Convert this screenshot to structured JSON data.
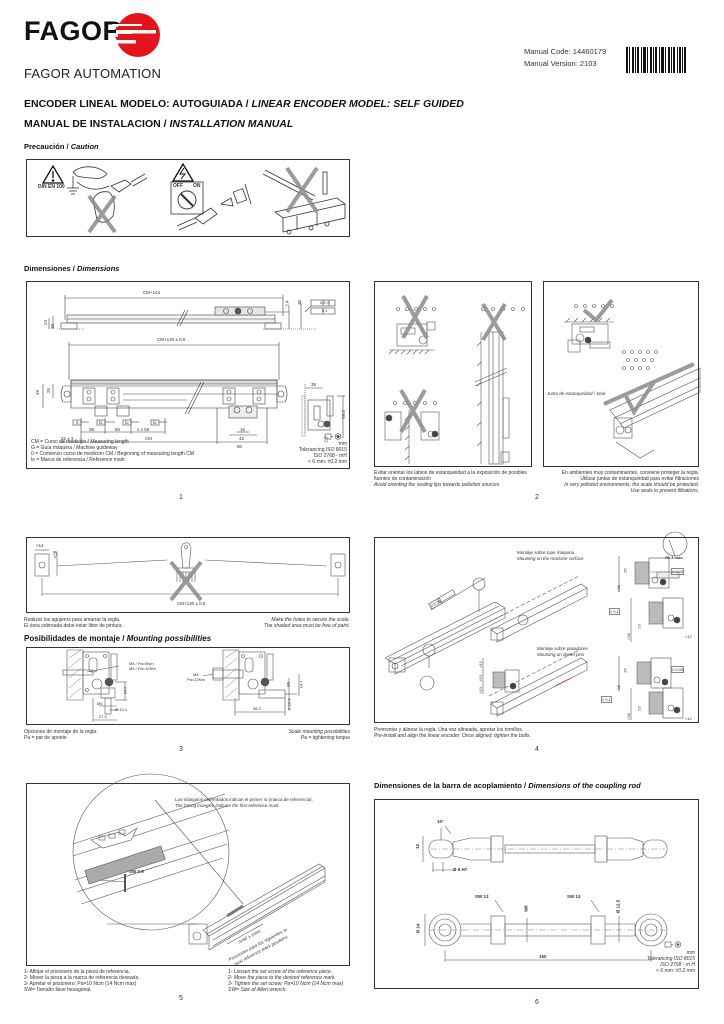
{
  "header": {
    "brand": "FAGOR",
    "brand_subtitle": "FAGOR AUTOMATION",
    "logo_color": "#e3141b",
    "manual_code_label": "Manual Code: 14460179",
    "manual_version_label": "Manual Version: 2103",
    "barcode_icon": "barcode-icon"
  },
  "title": {
    "line1_es": "ENCODER LINEAL MODELO: AUTOGUIADA / ",
    "line1_en": "LINEAR ENCODER MODEL: SELF GUIDED",
    "line2_es": "MANUAL DE INSTALACION / ",
    "line2_en": "INSTALLATION MANUAL"
  },
  "caution": {
    "heading_es": "Precaución / ",
    "heading_en": "Caution",
    "din_label": "DIN EN 100",
    "off_label": "OFF",
    "on_label": "ON"
  },
  "dimensions": {
    "heading_es": "Dimensiones / ",
    "heading_en": "Dimensions",
    "dim_cm144": "CM+144",
    "dim_cm130": "CM+130 ± 0.6",
    "dim_24": "24",
    "dim_10": "10",
    "dim_2_4": "2.4",
    "dim_30": "30",
    "dim_49": "49",
    "dim_25": "25",
    "dim_35_side": "35",
    "dim_59_2": "59.2",
    "dim_5": "5",
    "dim_2_3": "2.3",
    "tol_parallel": "0.5 G",
    "tol_flat": "0.1",
    "ref_0": "0",
    "ref_lo": "lo",
    "dim_35": "35",
    "dim_50": "50",
    "dim_nx50": "n x 50",
    "dim_16": "16",
    "dim_42": "42",
    "dim_32": "32 ± 3",
    "dim_cm": "CM",
    "dim_80": "80",
    "legend": [
      "CM = Curso de medición / Measuring length",
      "G    = Guía máquina / Machine guideway",
      "0    = Comienzo curso de medición CM / Beginning of measuring length CM",
      "lo   = Marca de referencia / Reference mark"
    ],
    "tolerance_lines": [
      "mm",
      "Tolerancing ISO 8015",
      "ISO 2768 - mH",
      "< 6 mm: ±0.2 mm"
    ],
    "page_number": "1"
  },
  "panel2": {
    "seal_label": "Junta de estanqueidad / Seal",
    "left_caption": [
      "Evitar orientar los labios de estanqueidad a la exposición de posibles",
      "fuentes de contaminación",
      "Avoid orienting the sealing lips towards pollution sources"
    ],
    "right_caption": [
      "En ambientes muy contaminantes, conviene proteger la regla.",
      "Utilizar juntas de estanqueidad para evitar filtraciones",
      "In very polluted environments, the scale should be protected.",
      "Use seals to prevent filtrations."
    ],
    "page_number": "2"
  },
  "panel3": {
    "dim_14": ">14",
    "dim_28": ">28",
    "dim_cm130": "CM+130 ± 0.5",
    "caption_left": [
      "Realizar los agujeros para amarrar la regla.",
      "El área sobreada debe estar libre de pintura."
    ],
    "caption_right": [
      "Make the holes to secure the scale.",
      "The shaded area must be free of paint."
    ],
    "mounting_heading_es": "Posibilidades de montaje / ",
    "mounting_heading_en": "Mounting possibilities",
    "m5_label": "M5  /  Pa=5Nm",
    "m6_label": "M6  /  Pa=10Nm",
    "m8_label": "M8",
    "m8_torque": "Pa=22Nm",
    "dim_34_2": "34.2",
    "dim_m5": "M5",
    "dim_10_4": "Ø 10.4",
    "dim_27_5": "27.5",
    "dim_38_3": "38.3",
    "dim_24_7": "24.7",
    "dim_m8b": "M8",
    "dim_10_4b": "Ø 10.4",
    "mount_caption_left": [
      "Opciones de montaje de la regla.",
      "Pa = par de apriete"
    ],
    "mount_caption_right": [
      "Scale mounting possibilities",
      "Pa = tightening torque"
    ],
    "page_number": "3"
  },
  "panel4": {
    "machine_surface_es": "Montaje sobre tope máquina",
    "machine_surface_en": "Mounting on the machine surface",
    "dowel_es": "Montaje sobre pasadores",
    "dowel_en": "Mounting on dowel pins",
    "r04": "R0.4 max.",
    "tol_005": "// 0.05",
    "tol_01": "// 0.1",
    "dim_25": "25",
    "dim_38": ">38",
    "dim_23": "23",
    "dim_36": ">36",
    "dim_12": "<12",
    "dim_12b": ">12",
    "dim_20": ">20",
    "dim_10": ">10",
    "caption": [
      "Premontar y alinear la regla. Una vez alineada, apretar los tornillos.",
      "Pre-install and align the linear encoder. Once aligned, tighten the bolts."
    ],
    "page_number": "4"
  },
  "panel5": {
    "note_es": "Los triángulos enfrentados indican el primer Io (marca de referencia).",
    "note_en": "The facing triangles indicate the first reference mark.",
    "sw_label": "SW 0.9",
    "nx50": "nx50 ± 1mm",
    "positions_es": "Posiciones para los siguientes Io",
    "positions_en": "Next reference mark positions",
    "steps_es": [
      "1- Aflojar el prisionero de la pieza de referencia.",
      "2- Mover la pieza a la marca de referencia deseada.",
      "3- Apretar el prisionero; Pa=10 Ncm (14 Ncm max)",
      "SW= Tamaño llave hexagonal."
    ],
    "steps_en": [
      "1- Loosen the set screw of the reference piece.",
      "2- Move the piece to the desired reference mark.",
      "3- Tighten the set screw; Pa=10 Ncm (14 Ncm max)",
      "SW= Size of Allen wrench."
    ],
    "page_number": "5"
  },
  "panel6": {
    "heading_es": "Dimensiones de la barra de acoplamiento / ",
    "heading_en": "Dimensions of the coupling rod",
    "angle": "10°",
    "dim_12": "12",
    "dim_8h7": "Ø 8 H7",
    "sw13a": "SW 13",
    "sw13b": "SW 13",
    "m8": "M8",
    "dim_12_5": "Ø 12.5",
    "dim_24": "Ø 24",
    "dim_150": "150",
    "tolerance_lines": [
      "mm",
      "Tolerancing ISO 8015",
      "ISO 2768 - m H",
      "< 6 mm: ±0.2 mm"
    ],
    "page_number": "6"
  }
}
